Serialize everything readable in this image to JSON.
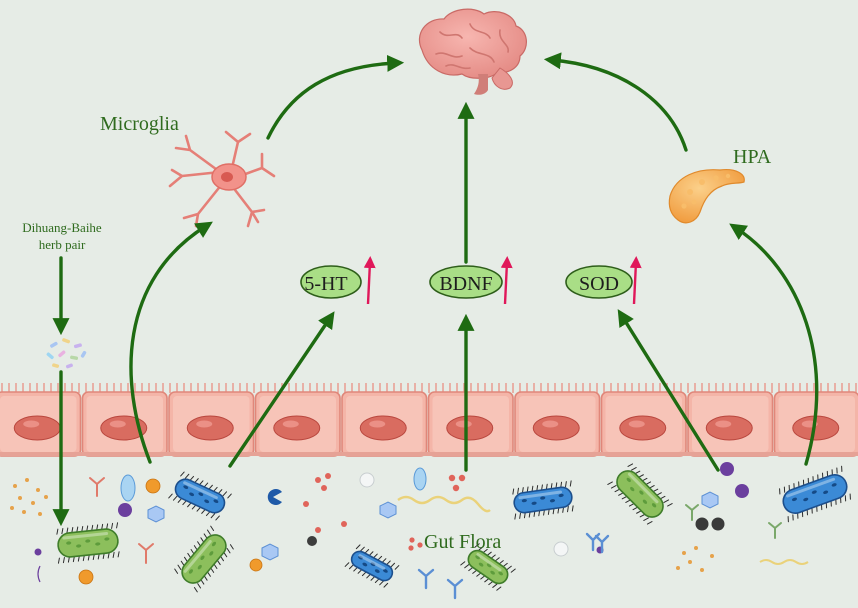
{
  "labels": {
    "microglia": "Microglia",
    "hpa": "HPA",
    "herb_line1": "Dihuang-Baihe",
    "herb_line2": "herb pair",
    "gut_flora": "Gut Flora"
  },
  "markers": [
    {
      "id": "5ht",
      "label": "5-HT",
      "trend": "up"
    },
    {
      "id": "bdnf",
      "label": "BDNF",
      "trend": "up"
    },
    {
      "id": "sod",
      "label": "SOD",
      "trend": "up"
    }
  ],
  "icons": {
    "brain": "brain-icon",
    "microglia": "microglia-cell-icon",
    "hpa": "adrenal-gland-icon",
    "herb": "herb-particles-icon",
    "epithelium": "intestinal-epithelium",
    "bacteria": "bacteria-icon"
  },
  "colors": {
    "background": "#e6ece6",
    "arrow": "#1e6b12",
    "label_text": "#2f6b1e",
    "marker_fill": "#a9de86",
    "marker_border": "#2e5e1a",
    "up_arrow": "#e0185a",
    "epithelium": "#f4b5a8",
    "nucleus": "#d96c60"
  }
}
